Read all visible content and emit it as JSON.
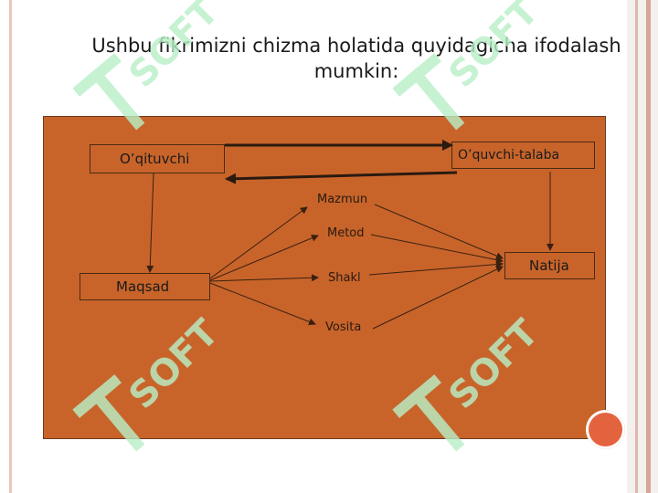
{
  "title": "Ushbu fikrimizni chizma holatida quyidagicha ifodalash mumkin:",
  "diagram": {
    "teacher_label": "O’qituvchi",
    "student_label": "O’quvchi-talaba",
    "goal_label": "Maqsad",
    "result_label": "Natija",
    "content_label": "Mazmun",
    "method_label": "Metod",
    "form_label": "Shakl",
    "means_label": "Vosita"
  },
  "watermark": {
    "text": "SOFT"
  },
  "colors": {
    "panel": "#c8642a",
    "watermark_green": "#b8f0c8",
    "accent_dot": "#e4633f"
  }
}
